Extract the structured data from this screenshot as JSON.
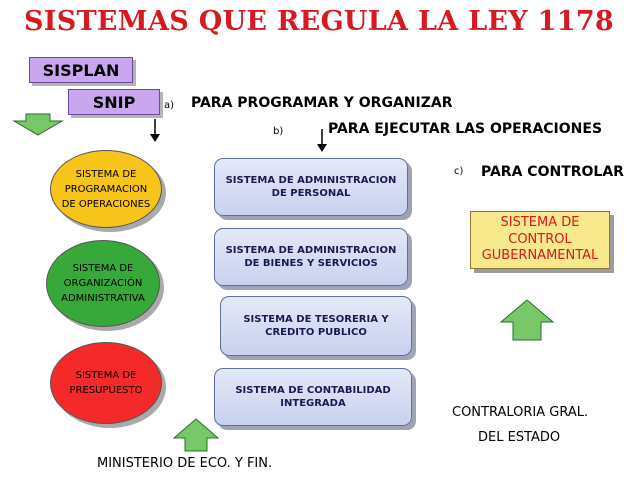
{
  "title": "SISTEMAS QUE REGULA LA LEY 1178",
  "tags": {
    "sisplan": "SISPLAN",
    "snip": "SNIP"
  },
  "labels": {
    "a_marker": "a)",
    "a_text": "PARA PROGRAMAR Y ORGANIZAR",
    "b_marker": "b)",
    "b_text": "PARA EJECUTAR LAS OPERACIONES",
    "c_marker": "c)",
    "c_text": "PARA CONTROLAR"
  },
  "ellipses": [
    {
      "lines": [
        "SISTEMA DE",
        "PROGRAMACION",
        "DE OPERACIONES"
      ],
      "color": "#f7c41a"
    },
    {
      "lines": [
        "SISTEMA DE",
        "ORGANIZACIÓN",
        "ADMINISTRATIVA"
      ],
      "color": "#37a83a"
    },
    {
      "lines": [
        "SISTEMA DE",
        "PRESUPUESTO"
      ],
      "color": "#f42929"
    }
  ],
  "boxes": [
    {
      "lines": [
        "SISTEMA DE ADMINISTRACION",
        "DE PERSONAL"
      ]
    },
    {
      "lines": [
        "SISTEMA DE ADMINISTRACION",
        "DE BIENES Y SERVICIOS"
      ]
    },
    {
      "lines": [
        "SISTEMA DE TESORERIA Y",
        "CREDITO PUBLICO"
      ]
    },
    {
      "lines": [
        "SISTEMA DE CONTABILIDAD",
        "INTEGRADA"
      ]
    }
  ],
  "control_box": {
    "lines": [
      "SISTEMA DE",
      "CONTROL",
      "GUBERNAMENTAL"
    ]
  },
  "footer": {
    "ministerio": "MINISTERIO DE  ECO. Y FIN.",
    "contraloria_1": "CONTRALORIA GRAL.",
    "contraloria_2": "DEL ESTADO"
  },
  "colors": {
    "title": "#d71920",
    "tag": "#c9a7ef",
    "box": "#d6ddf3",
    "control_box": "#f7e98c",
    "arrow": "#78c86a"
  }
}
